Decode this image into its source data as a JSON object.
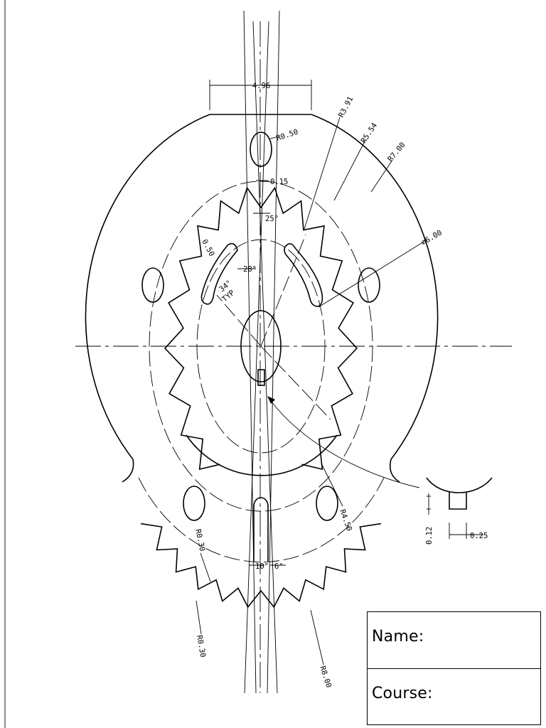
{
  "dimensions": {
    "overall_width": "4.96",
    "slot_end_radius": "R0.50",
    "slot_gap": "0.15",
    "root_radius": "R3.91",
    "hole_circle_radius": "R5.54",
    "outer_radius": "R7.00",
    "bore_diameter": "⌀6.00",
    "tooth_angle": "25°",
    "slot_width": "0.50",
    "slot_angle": "28°",
    "slot_spacing": "34°",
    "typical_note": "TYP",
    "rim_radius": "R4.50",
    "notch_radius_upper": "R0.30",
    "notch_radius_lower": "R0.30",
    "angle_left": "10°",
    "angle_right": "6°",
    "large_radius": "R8.00",
    "keyway_depth": "0.12",
    "keyway_width": "0.25"
  },
  "title_block": {
    "name_label": "Name:",
    "course_label": "Course:"
  }
}
